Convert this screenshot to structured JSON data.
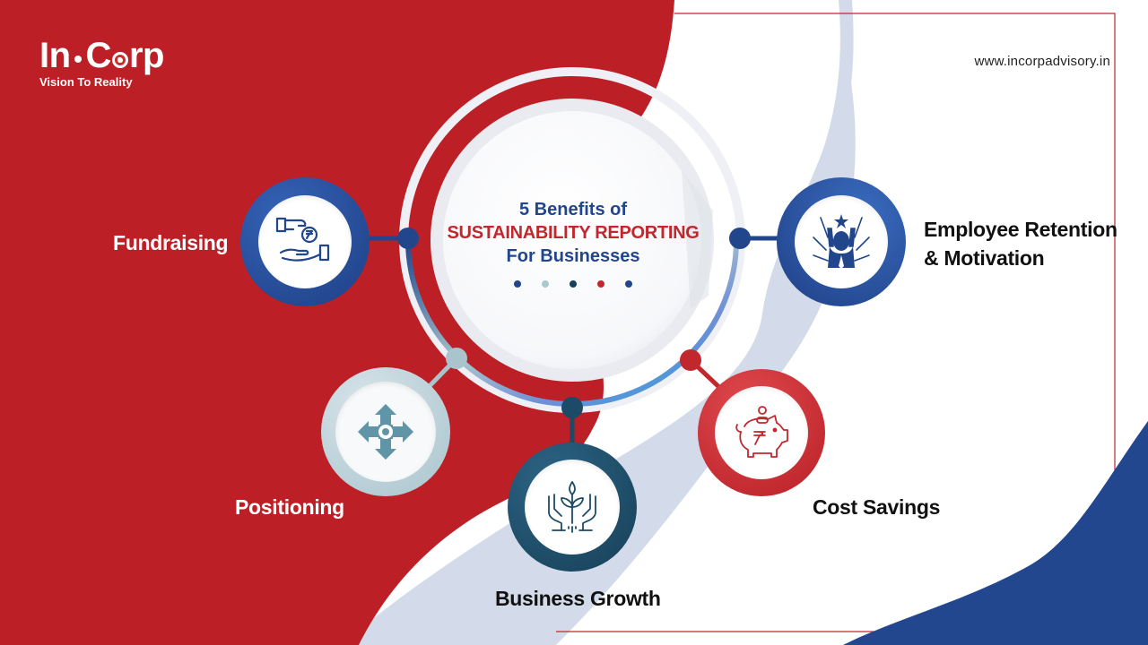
{
  "brand": {
    "logo_text_left": "In",
    "logo_text_right": "rp",
    "logo_c": "C",
    "tagline": "Vision To Reality",
    "website": "www.incorpadvisory.in"
  },
  "title": {
    "line1": "5 Benefits of",
    "line2": "SUSTAINABILITY REPORTING",
    "line3": "For Businesses",
    "dots": [
      "#22468c",
      "#a9c9cc",
      "#13405a",
      "#c1272d",
      "#22468c"
    ]
  },
  "benefits": [
    {
      "label": "Fundraising",
      "icon": "hand-coin-rupee-icon",
      "color": "#22468c"
    },
    {
      "label": "Employee Retention",
      "label2": "& Motivation",
      "icon": "celebrating-employee-icon",
      "color": "#22468c"
    },
    {
      "label": "Positioning",
      "icon": "four-way-arrows-icon",
      "color": "#a9c4cd"
    },
    {
      "label": "Business Growth",
      "icon": "hands-plant-growth-icon",
      "color": "#1d4a66"
    },
    {
      "label": "Cost Savings",
      "icon": "piggy-bank-rupee-icon",
      "color": "#c1272d"
    }
  ],
  "colors": {
    "red_bg": "#bd1f26",
    "lavender_band": "#d3dbea",
    "blue_wave": "#22478f",
    "frame_line": "#c1272d"
  }
}
